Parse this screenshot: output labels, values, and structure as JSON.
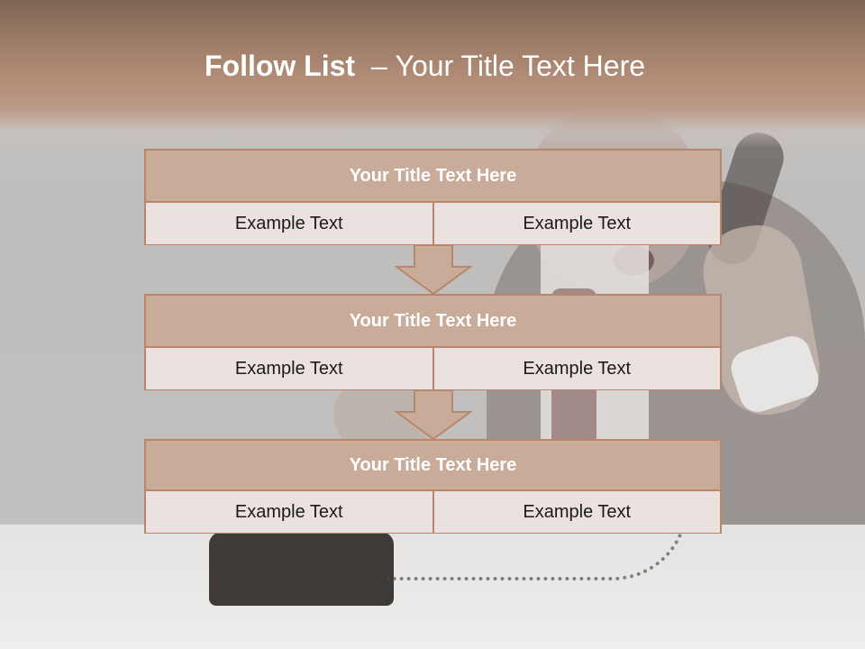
{
  "slide": {
    "title_bold": "Follow List",
    "title_separator": "–",
    "title_rest": "Your Title Text Here"
  },
  "steps": [
    {
      "title": "Your Title Text Here",
      "left": "Example Text",
      "right": "Example Text"
    },
    {
      "title": "Your Title Text Here",
      "left": "Example Text",
      "right": "Example Text"
    },
    {
      "title": "Your Title Text Here",
      "left": "Example Text",
      "right": "Example Text"
    }
  ],
  "colors": {
    "title_band": "#b48e78",
    "box_border": "#b8866b",
    "box_title_fill": "#c8ab99",
    "box_cell_fill": "#ebe2df",
    "arrow_fill": "#c8ab99"
  },
  "icons": [
    "down-arrow-icon",
    "down-arrow-icon"
  ]
}
